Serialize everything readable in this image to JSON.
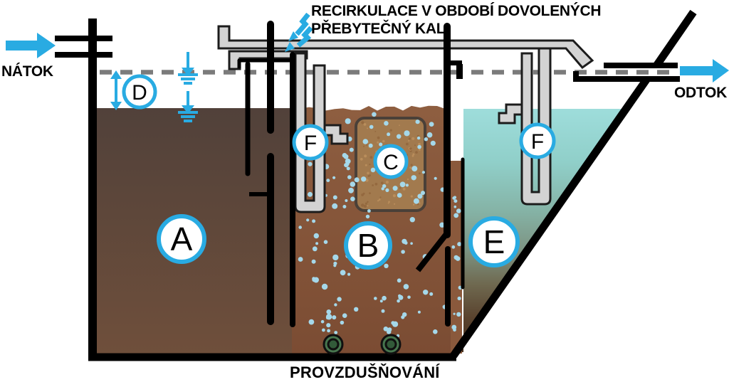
{
  "annotations": {
    "line1": "RECIRKULACE V OBDOBÍ DOVOLENÝCH",
    "line2": "PŘEBYTEČNÝ KAL"
  },
  "labels": {
    "inflow": "NÁTOK",
    "outflow": "ODTOK",
    "aeration": "PROVZDUŠŇOVÁNÍ"
  },
  "markers": {
    "A": "A",
    "B": "B",
    "C": "C",
    "D": "D",
    "E": "E",
    "F_left": "F",
    "F_right": "F"
  },
  "colors": {
    "accent": "#29abe2",
    "pipe_gray": "#d3d3d3",
    "tank_a_top": "#51413a",
    "tank_a_bottom": "#6f4f3b",
    "sludge_brown": "#8a5a3e",
    "carrier_fill": "#a27a4e",
    "clear_water_top": "#9edddb",
    "settled_sludge_bottom": "#45301f",
    "bubble_blue": "#a5d8ea",
    "aerator_green": "#47764e",
    "waterline_gray": "#7b7b7b"
  }
}
